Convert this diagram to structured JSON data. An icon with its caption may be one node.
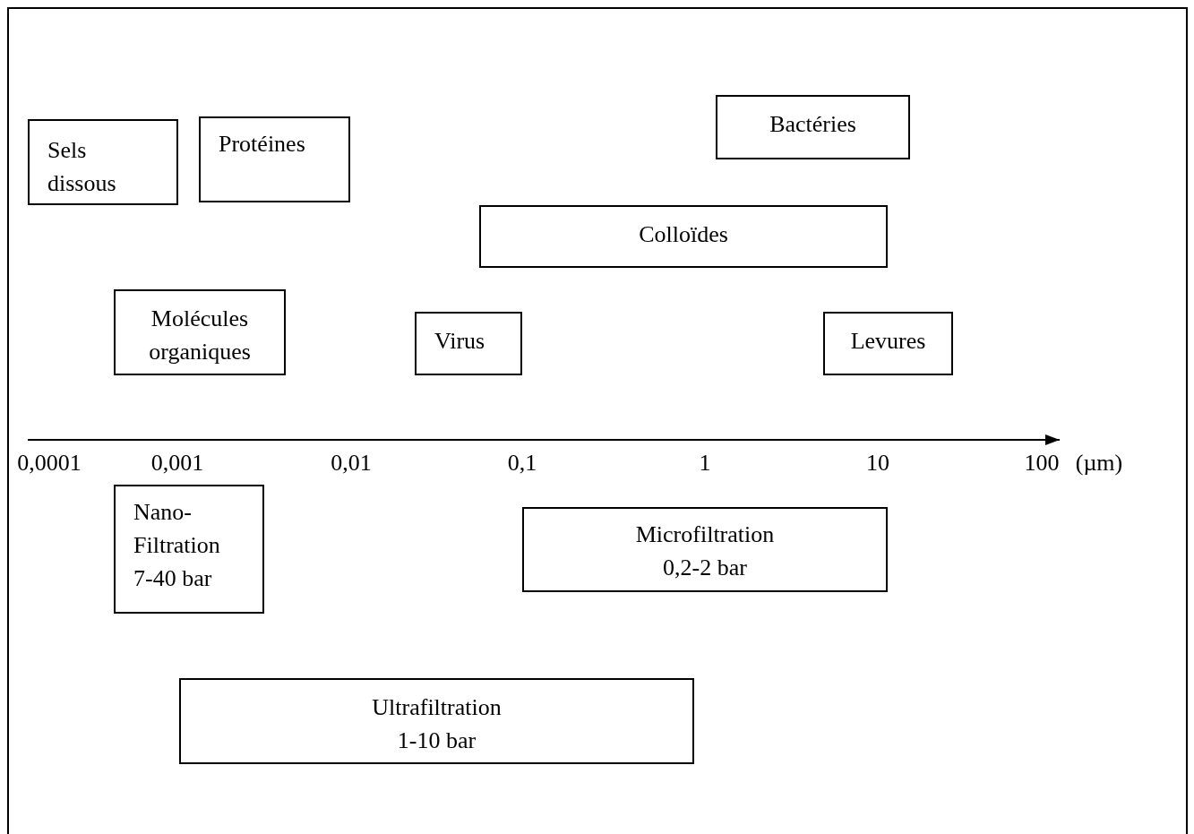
{
  "diagram": {
    "nodes": [
      {
        "text": [
          "Sels dissous"
        ]
      },
      {
        "text": [
          "Protéines"
        ]
      },
      {
        "text": [
          "Bactéries"
        ]
      },
      {
        "text": [
          "Colloïdes"
        ]
      },
      {
        "text": [
          "Molécules organiques"
        ]
      },
      {
        "text": [
          "Virus"
        ]
      },
      {
        "text": [
          "Levures"
        ]
      },
      {
        "text": [
          "Nano- Filtration",
          "7-40 bar"
        ]
      },
      {
        "text": [
          "Microfiltration",
          "0,2-2 bar"
        ]
      },
      {
        "text": [
          "Ultrafiltration",
          "1-10 bar"
        ]
      }
    ],
    "labels": [
      "0,0001",
      "0,001",
      "0,01",
      "0,1",
      "1",
      "10",
      "100",
      "(µm)"
    ]
  }
}
